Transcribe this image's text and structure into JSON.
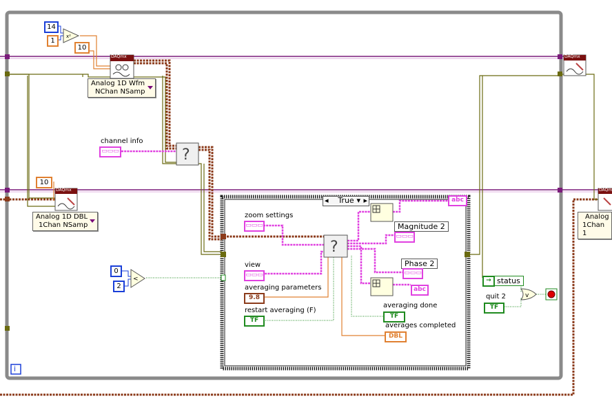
{
  "const_14": "14",
  "const_1": "1",
  "const_10_top": "10",
  "const_10_left": "10",
  "const_0": "0",
  "const_2": "2",
  "read_ring": {
    "line1": "Analog 1D Wfm",
    "line2": "NChan NSamp"
  },
  "write_ring_left": {
    "line1": "Analog 1D DBL",
    "line2": "1Chan NSamp"
  },
  "write_ring_right": {
    "line1": "Analog",
    "line2": "1Chan 1"
  },
  "daq_tag": "DAQmx",
  "case_selector": "True",
  "labels": {
    "channel_info": "channel info",
    "zoom_settings": "zoom settings",
    "view": "view",
    "averaging_parameters": "averaging parameters",
    "restart_averaging": "restart averaging (F)",
    "magnitude_2": "Magnitude 2",
    "phase_2": "Phase 2",
    "averaging_done": "averaging done",
    "averages_completed": "averages completed",
    "status": "status",
    "quit_2": "quit 2",
    "loop_iteration": "i"
  },
  "terminal_tags": {
    "tf": "TF",
    "dbl": "DBL",
    "abc": "abc",
    "cluster": "▭▭▭",
    "num": "9.8"
  },
  "colors": {
    "error_wire": "#8b3a1a",
    "task_wire": "#7a1a7a",
    "cluster_wire": "#e040e0",
    "bool_wire": "#1e8a1e",
    "orange_wire": "#e08030",
    "loop_border": "#888888",
    "case_border": "#222222"
  }
}
